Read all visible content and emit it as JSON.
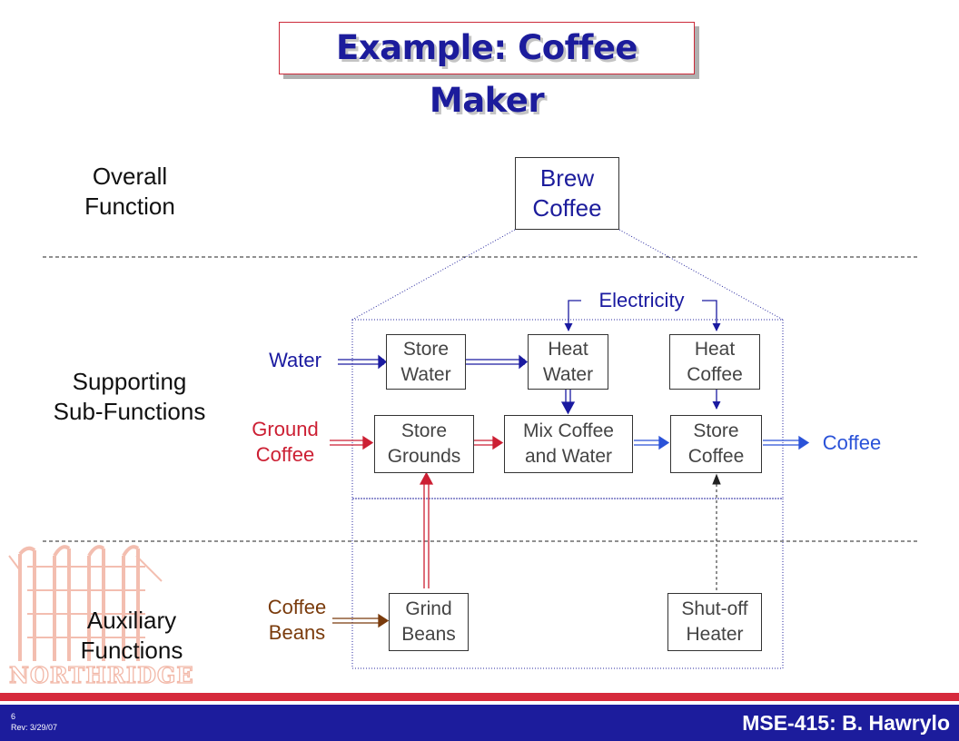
{
  "title": "Example: Coffee Maker",
  "levels": {
    "overall": [
      "Overall",
      "Function"
    ],
    "supporting": [
      "Supporting",
      "Sub-Functions"
    ],
    "auxiliary": [
      "Auxiliary",
      "Functions"
    ]
  },
  "functions": {
    "brew_coffee": [
      "Brew",
      "Coffee"
    ],
    "store_water": [
      "Store",
      "Water"
    ],
    "heat_water": [
      "Heat",
      "Water"
    ],
    "heat_coffee": [
      "Heat",
      "Coffee"
    ],
    "store_grounds": [
      "Store",
      "Grounds"
    ],
    "mix_coffee_water": [
      "Mix Coffee",
      "and Water"
    ],
    "store_coffee": [
      "Store",
      "Coffee"
    ],
    "grind_beans": [
      "Grind",
      "Beans"
    ],
    "shutoff_heater": [
      "Shut-off",
      "Heater"
    ]
  },
  "flows": {
    "water": "Water",
    "ground_coffee": [
      "Ground",
      "Coffee"
    ],
    "coffee_beans": [
      "Coffee",
      "Beans"
    ],
    "electricity": "Electricity",
    "coffee_out": "Coffee"
  },
  "colors": {
    "title": "#1c1c9c",
    "water_flow": "#1a1aa0",
    "grounds_flow": "#cc1f33",
    "beans_flow": "#7a3b0c",
    "coffee_flow": "#2a52d8",
    "footer_band": "#1c1c9c",
    "footer_stripe": "#d62a3c",
    "logo_watermark": "#f2b8a8"
  },
  "logo": {
    "text": "NORTHRIDGE"
  },
  "footer": {
    "page_number": "6",
    "revision": "Rev: 3/29/07",
    "course_author": "MSE-415:  B. Hawrylo"
  }
}
